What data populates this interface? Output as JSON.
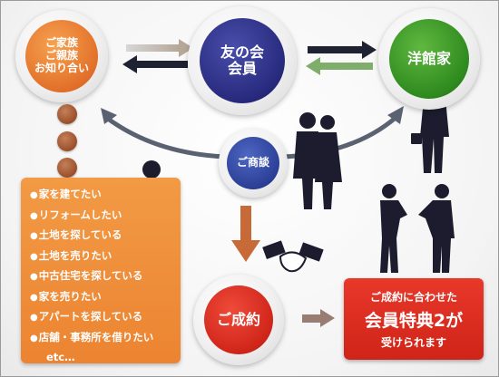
{
  "nodes": {
    "family": "ご家族\nご親族\nお知り合い",
    "member": "友の会\n会員",
    "western": "洋館家",
    "business": "ご商談",
    "deal": "ご成約"
  },
  "wishes": [
    "家を建てたい",
    "リフォームしたい",
    "土地を探している",
    "土地を売りたい",
    "中古住宅を探している",
    "家を売りたい",
    "アパートを探している",
    "店舗・事務所を借りたい"
  ],
  "wish_etc": "etc…",
  "bullet": "●",
  "benefit": {
    "line1": "ご成約に合わせた",
    "line2": "会員特典2が",
    "line3": "受けられます"
  },
  "colors": {
    "family": "#e2702a",
    "member": "#272a7d",
    "western": "#2f8a1f",
    "business": "#2c3f97",
    "deal": "#d0261a",
    "wish_box": "#ec8431",
    "benefit_box": "#cf2418"
  },
  "icons": [
    "handshake-icon",
    "businessperson-silhouette",
    "couple-silhouette"
  ]
}
